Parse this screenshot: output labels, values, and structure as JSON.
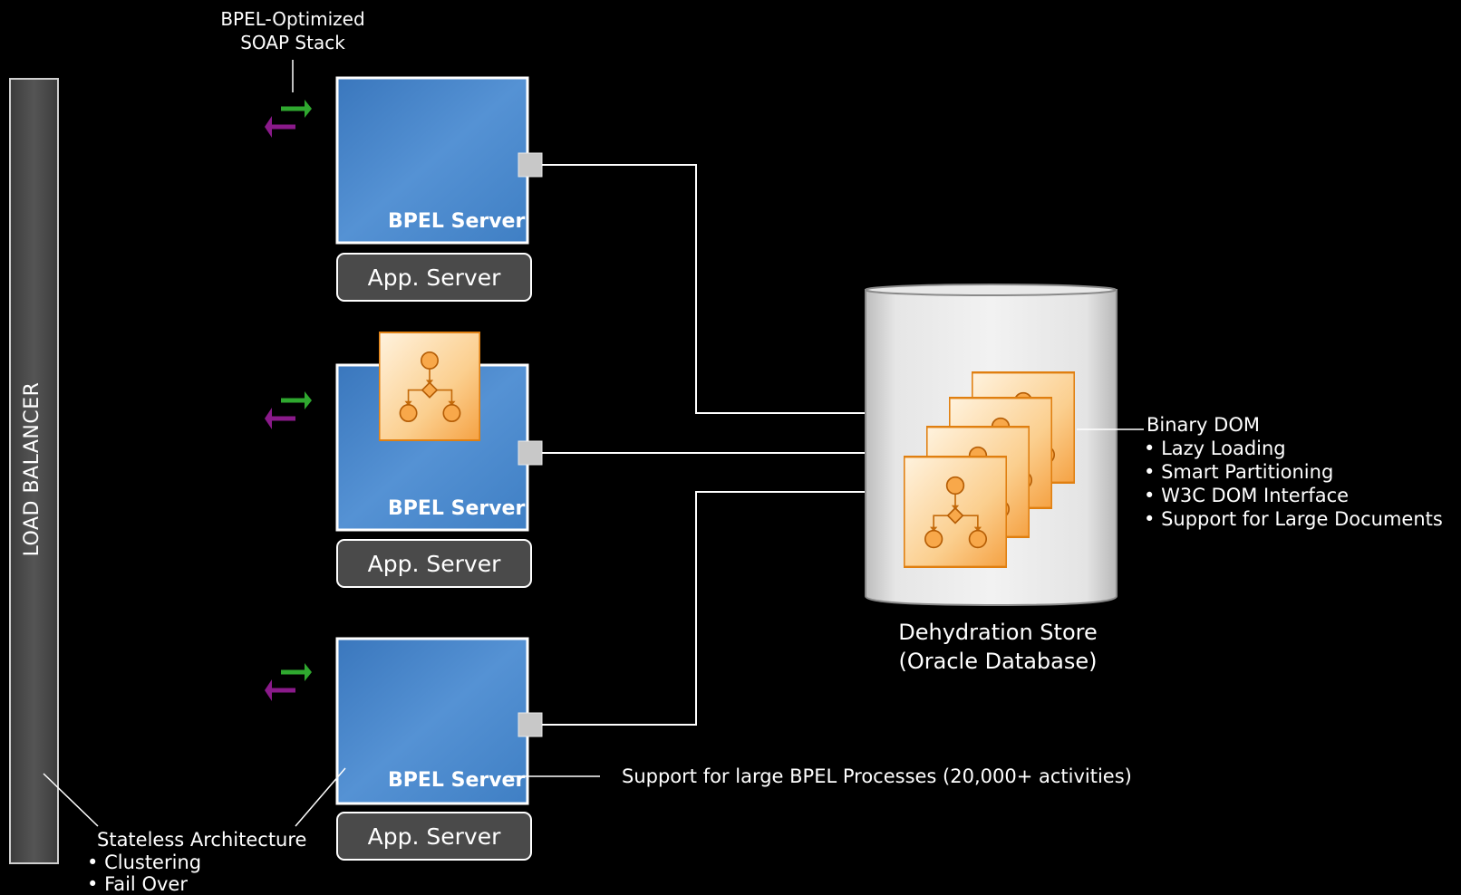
{
  "soap_stack_label": "BPEL-Optimized SOAP Stack",
  "load_balancer_label": "LOAD BALANCER",
  "servers": [
    {
      "bpel_label": "BPEL Server",
      "app_label": "App. Server"
    },
    {
      "bpel_label": "BPEL Server",
      "app_label": "App. Server"
    },
    {
      "bpel_label": "BPEL Server",
      "app_label": "App. Server"
    }
  ],
  "dehydration": {
    "title": "Dehydration Store",
    "subtitle": "(Oracle Database)"
  },
  "binary_dom": {
    "title": "Binary DOM",
    "items": [
      "Lazy Loading",
      "Smart Partitioning",
      "W3C DOM Interface",
      "Support for Large Documents"
    ]
  },
  "large_process_note": "Support for large BPEL Processes (20,000+ activities)",
  "stateless": {
    "title": "Stateless Architecture",
    "items": [
      "Clustering",
      "Fail Over"
    ]
  },
  "bullet_char": "•",
  "colors": {
    "background": "#000000",
    "bpel_blue": "#4a86c8",
    "app_gray": "#4a4a4a",
    "process_orange": "#f5a142",
    "arrow_green": "#2fa82f",
    "arrow_purple": "#8a1a8a",
    "db_gray": "#d8d8d8"
  }
}
